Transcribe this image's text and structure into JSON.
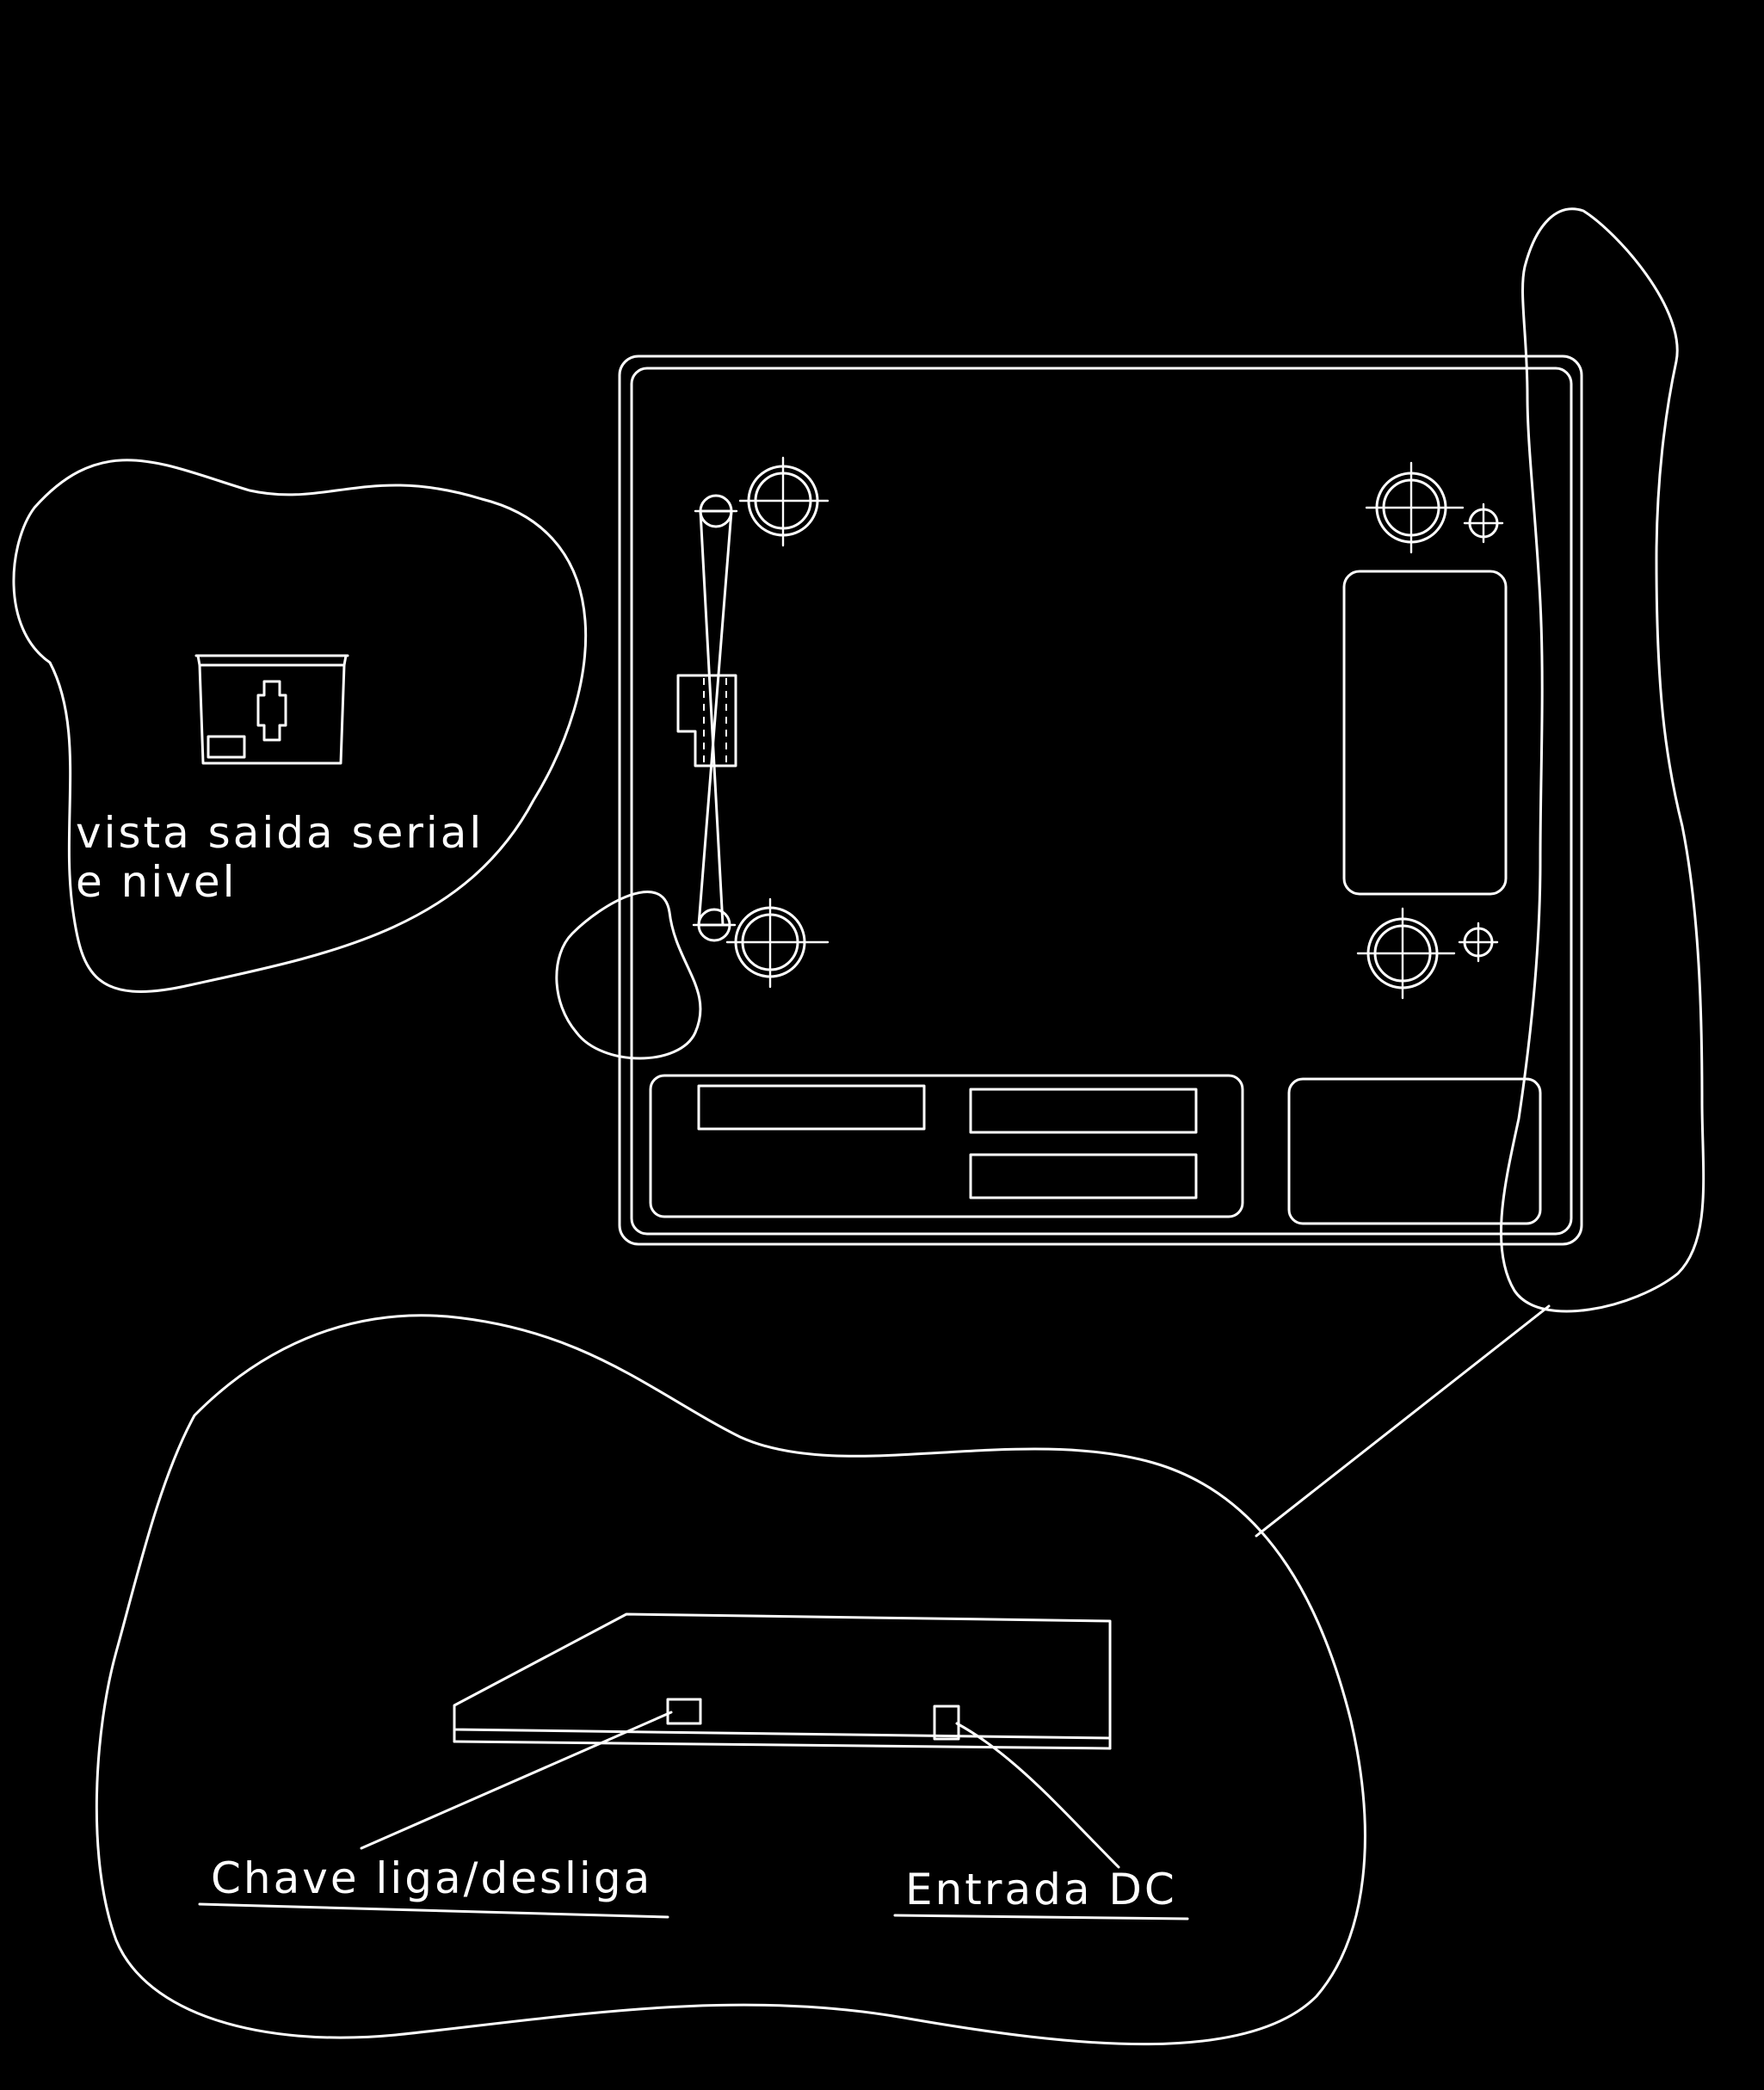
{
  "colors": {
    "background": "#000000",
    "stroke": "#ffffff"
  },
  "labels": {
    "serial_view_line1": "vista saida serial",
    "serial_view_line2": "e nivel",
    "power_switch": "Chave liga/desliga",
    "dc_input": "Entrada DC"
  }
}
